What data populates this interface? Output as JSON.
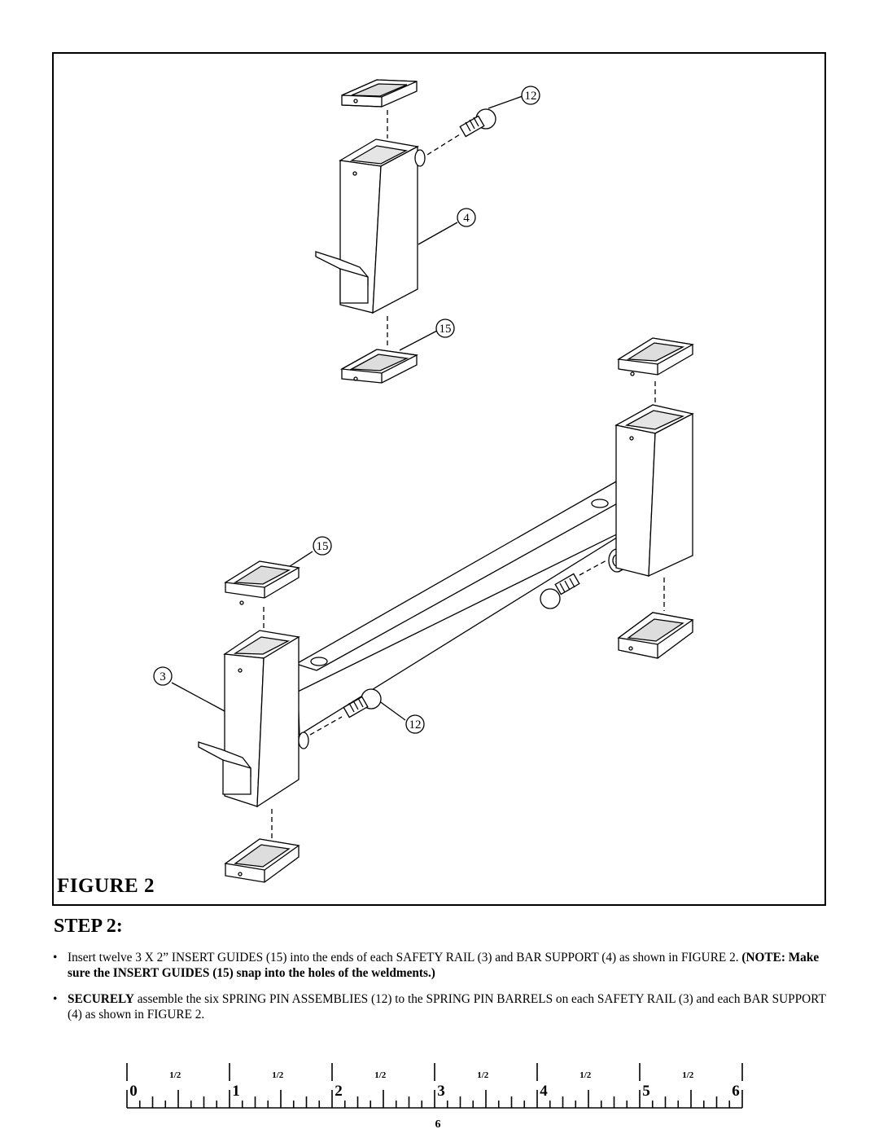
{
  "figure": {
    "label": "FIGURE 2",
    "callouts": [
      {
        "id": "top-spring-pin",
        "text": "12"
      },
      {
        "id": "bar-support",
        "text": "4"
      },
      {
        "id": "top-insert-guide",
        "text": "15"
      },
      {
        "id": "lower-insert-guide",
        "text": "15"
      },
      {
        "id": "safety-rail",
        "text": "3"
      },
      {
        "id": "lower-spring-pin",
        "text": "12"
      }
    ]
  },
  "step": {
    "heading": "STEP 2:",
    "bullets": [
      {
        "marker": "•",
        "text_1": "Insert twelve 3 X 2” INSERT GUIDES (15) into the ends of each SAFETY RAIL (3) and BAR SUPPORT (4) as shown in FIGURE 2. ",
        "bold": "(NOTE: Make sure the INSERT GUIDES (15) snap into the holes of the weldments.)"
      },
      {
        "marker": "•",
        "bold": "SECURELY",
        "text_1": " assemble the six SPRING PIN ASSEMBLIES (12) to the SPRING PIN BARRELS on each SAFETY RAIL (3) and each BAR SUPPORT (4) as shown in FIGURE 2."
      }
    ]
  },
  "ruler": {
    "major_labels": [
      "0",
      "1",
      "2",
      "3",
      "4",
      "5",
      "6"
    ],
    "half_label": "1/2",
    "bottom_label": "6"
  }
}
